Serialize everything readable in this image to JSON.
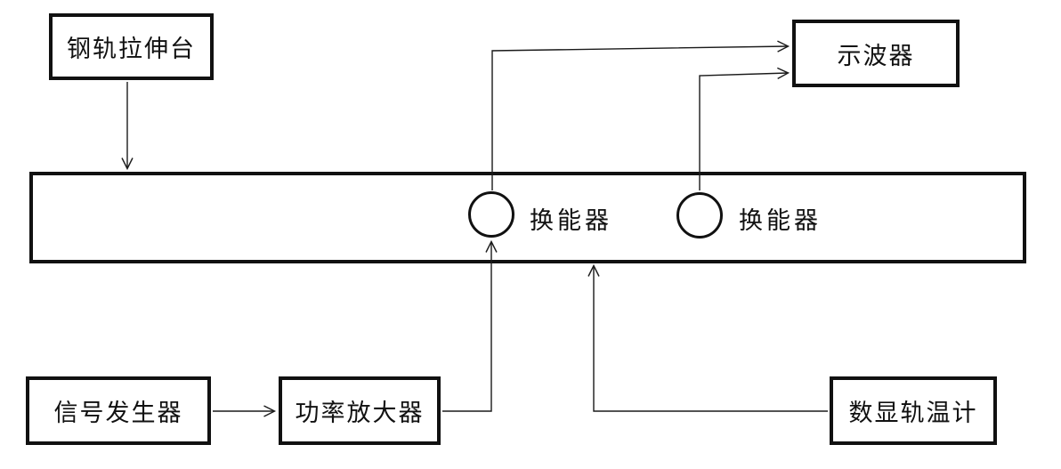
{
  "diagram": {
    "background_color": "#ffffff",
    "line_color": "#111111",
    "nodes": {
      "rail_tensile_platform": {
        "label": "钢轨拉伸台"
      },
      "oscilloscope": {
        "label": "示波器"
      },
      "signal_generator": {
        "label": "信号发生器"
      },
      "power_amplifier": {
        "label": "功率放大器"
      },
      "digital_rail_thermometer": {
        "label": "数显轨温计"
      },
      "transducer_1": {
        "label": "换能器"
      },
      "transducer_2": {
        "label": "换能器"
      }
    },
    "connections": [
      {
        "from": "rail_tensile_platform",
        "to": "rail_bar",
        "type": "arrow"
      },
      {
        "from": "transducer_1",
        "to": "oscilloscope",
        "type": "arrow"
      },
      {
        "from": "transducer_2",
        "to": "oscilloscope",
        "type": "arrow"
      },
      {
        "from": "signal_generator",
        "to": "power_amplifier",
        "type": "arrow"
      },
      {
        "from": "power_amplifier",
        "to": "transducer_1",
        "type": "arrow"
      },
      {
        "from": "digital_rail_thermometer",
        "to": "rail_bar",
        "type": "arrow"
      }
    ]
  }
}
